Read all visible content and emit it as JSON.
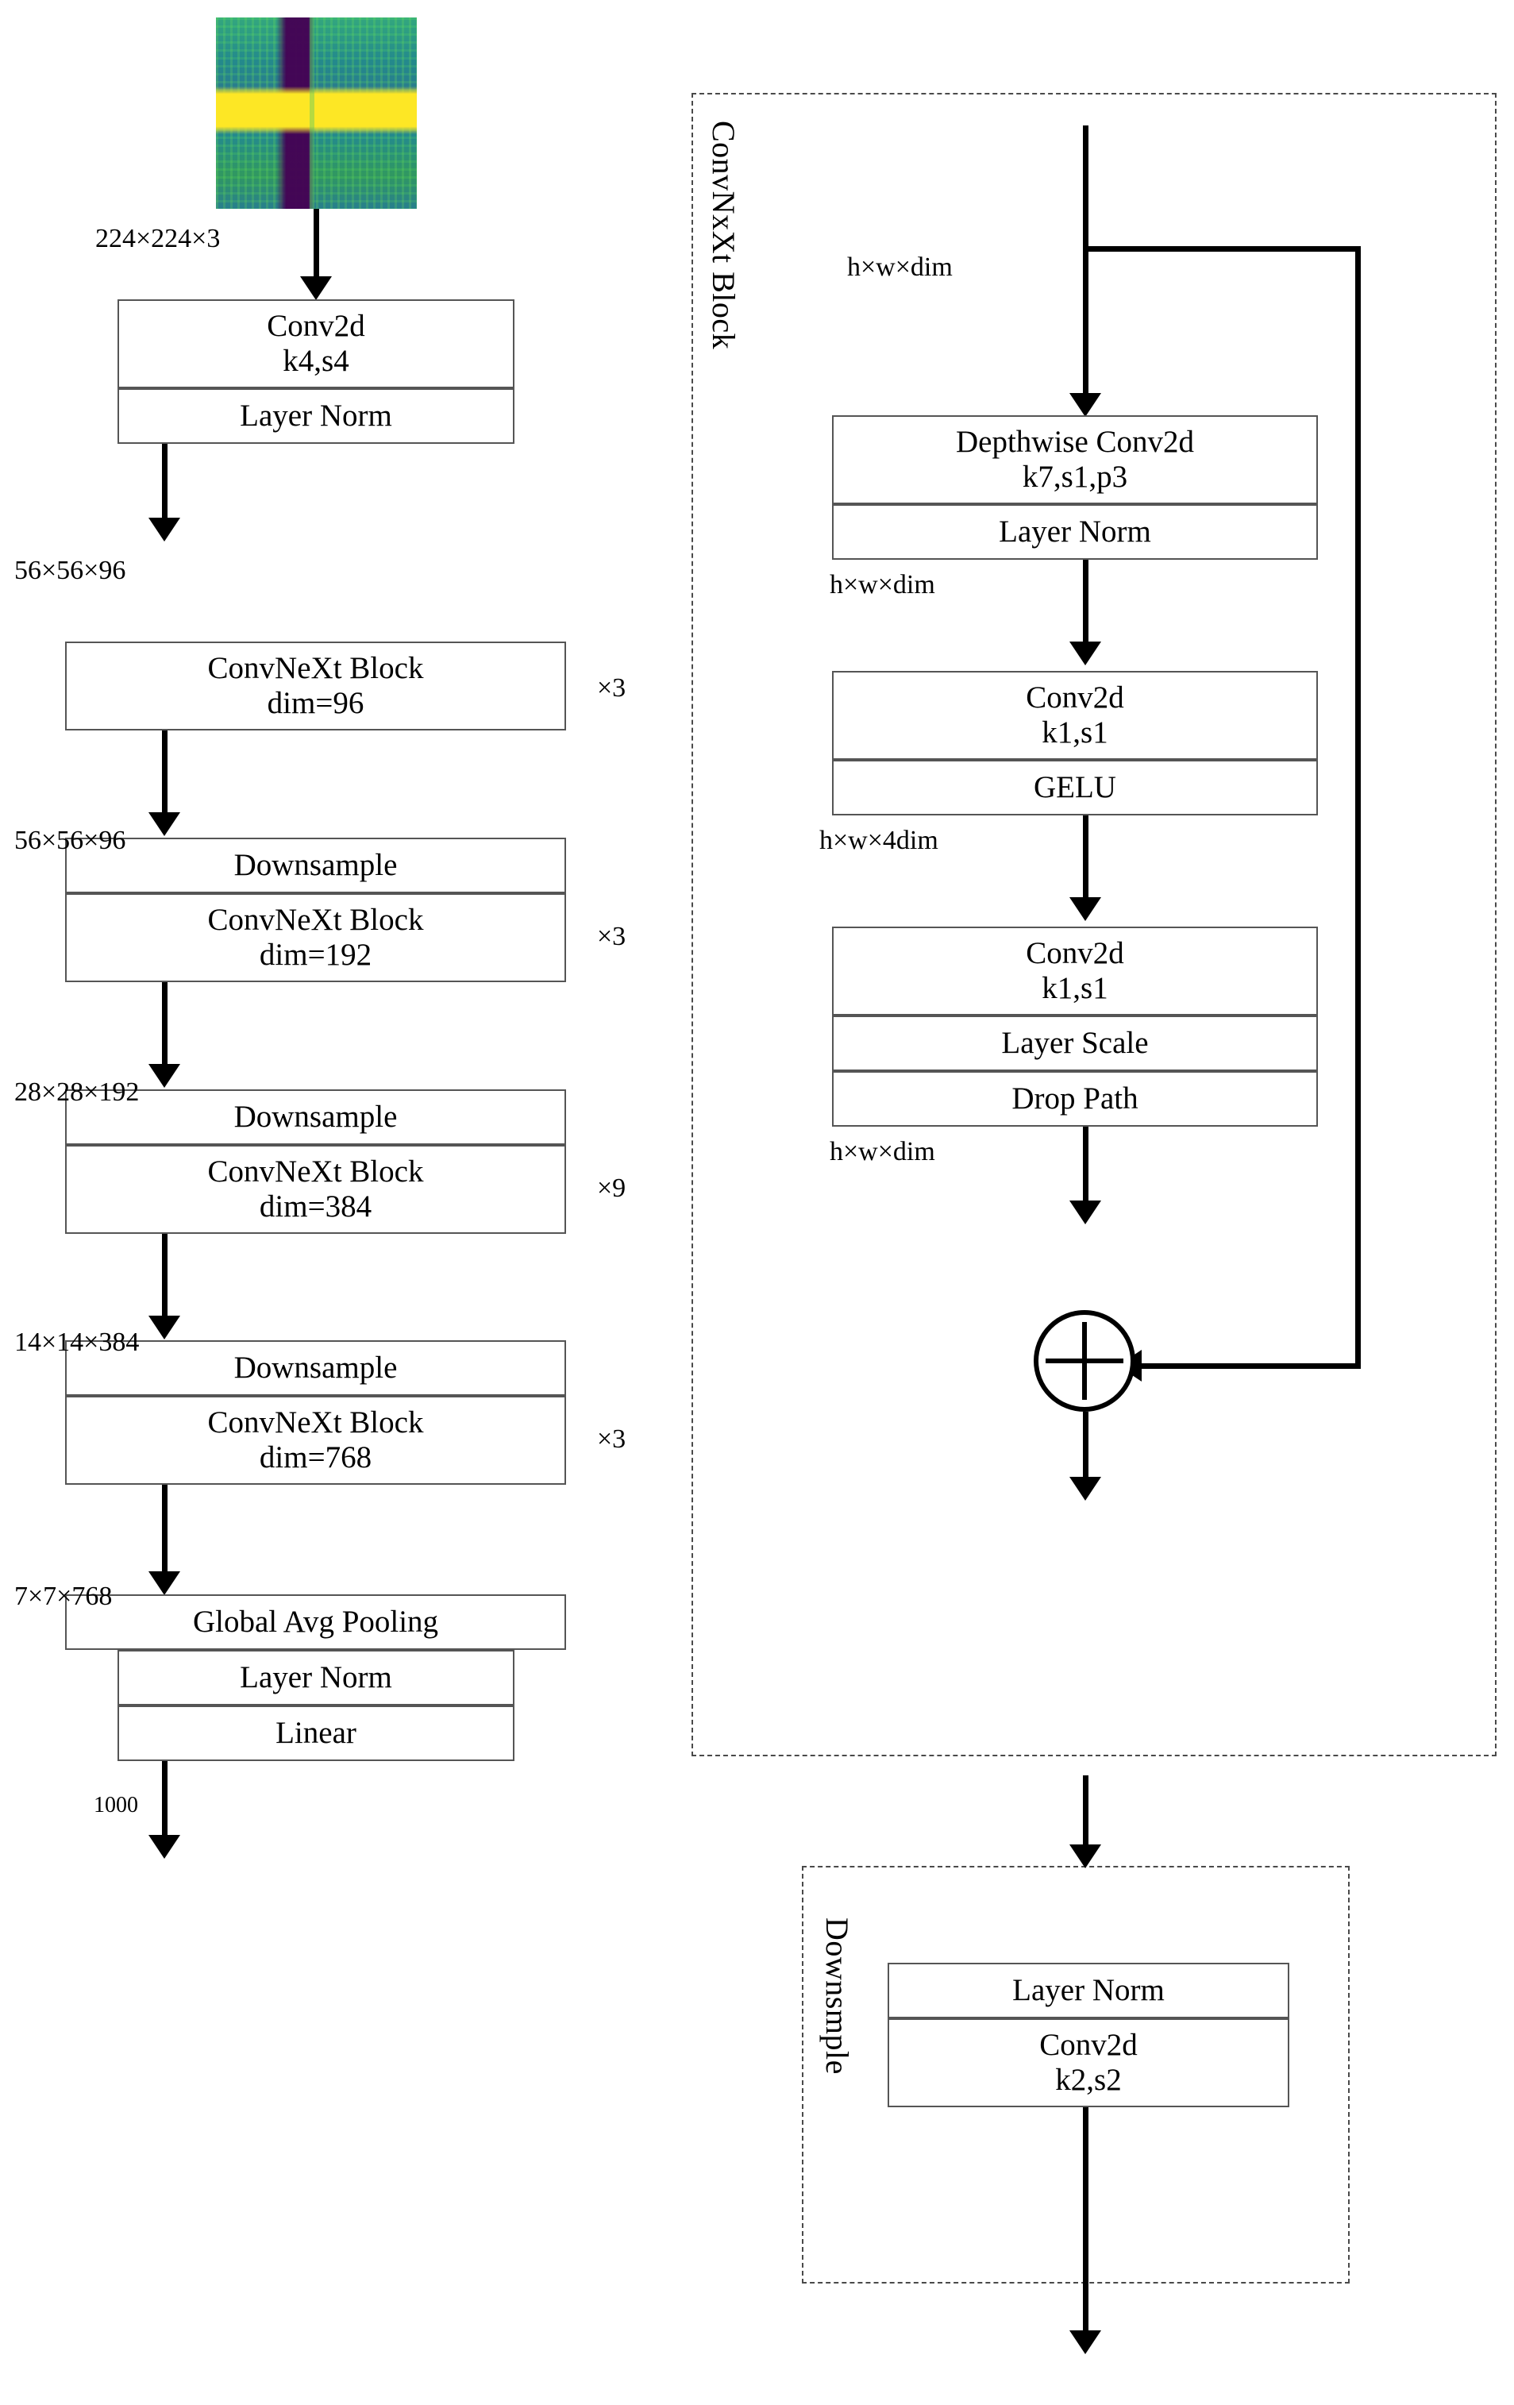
{
  "figure": {
    "title": "ConvNeXt network architecture diagram",
    "input_thumbnail": {
      "name": "spectrogram-heatmap",
      "colormap": "viridis"
    }
  },
  "main_pipeline": {
    "tensor_labels": {
      "input": "224×224×3",
      "after_stem": "56×56×96",
      "after_stage1": "56×56×96",
      "after_stage2": "28×28×192",
      "after_stage3": "14×14×384",
      "after_stage4": "7×7×768",
      "output": "1000"
    },
    "blocks": [
      {
        "id": "stem-conv",
        "line1": "Conv2d",
        "line2": "k4,s4"
      },
      {
        "id": "stem-norm",
        "line1": "Layer Norm",
        "line2": ""
      },
      {
        "id": "stage1-block",
        "line1": "ConvNeXt Block",
        "line2": "dim=96",
        "repeat": "×3"
      },
      {
        "id": "stage2-down",
        "line1": "Downsample",
        "line2": ""
      },
      {
        "id": "stage2-block",
        "line1": "ConvNeXt Block",
        "line2": "dim=192",
        "repeat": "×3"
      },
      {
        "id": "stage3-down",
        "line1": "Downsample",
        "line2": ""
      },
      {
        "id": "stage3-block",
        "line1": "ConvNeXt Block",
        "line2": "dim=384",
        "repeat": "×9"
      },
      {
        "id": "stage4-down",
        "line1": "Downsample",
        "line2": ""
      },
      {
        "id": "stage4-block",
        "line1": "ConvNeXt Block",
        "line2": "dim=768",
        "repeat": "×3"
      },
      {
        "id": "head-gap",
        "line1": "Global Avg Pooling",
        "line2": ""
      },
      {
        "id": "head-norm",
        "line1": "Layer Norm",
        "line2": ""
      },
      {
        "id": "head-linear",
        "line1": "Linear",
        "line2": ""
      }
    ]
  },
  "convnext_block_panel": {
    "caption": "ConvNxXt Block",
    "tensor_labels": {
      "input": "h×w×dim",
      "after_norm": "h×w×dim",
      "after_gelu": "h×w×4dim",
      "after_droppath": "h×w×dim"
    },
    "blocks": [
      {
        "id": "dw-conv",
        "line1": "Depthwise Conv2d",
        "line2": "k7,s1,p3"
      },
      {
        "id": "ln-1",
        "line1": "Layer Norm",
        "line2": ""
      },
      {
        "id": "pw-conv-1",
        "line1": "Conv2d",
        "line2": "k1,s1"
      },
      {
        "id": "gelu",
        "line1": "GELU",
        "line2": ""
      },
      {
        "id": "pw-conv-2",
        "line1": "Conv2d",
        "line2": "k1,s1"
      },
      {
        "id": "layer-scale",
        "line1": "Layer Scale",
        "line2": ""
      },
      {
        "id": "drop-path",
        "line1": "Drop Path",
        "line2": ""
      }
    ],
    "residual_add_symbol": "⊕"
  },
  "downsample_panel": {
    "caption": "Downsmple",
    "blocks": [
      {
        "id": "ds-norm",
        "line1": "Layer Norm",
        "line2": ""
      },
      {
        "id": "ds-conv",
        "line1": "Conv2d",
        "line2": "k2,s2"
      }
    ]
  },
  "colors": {
    "box_border": "#555555",
    "dashed_border": "#4a4a4a",
    "line": "#000000",
    "background": "#ffffff",
    "heatmap_low": "#440154",
    "heatmap_mid": "#21918c",
    "heatmap_high": "#fde725"
  }
}
